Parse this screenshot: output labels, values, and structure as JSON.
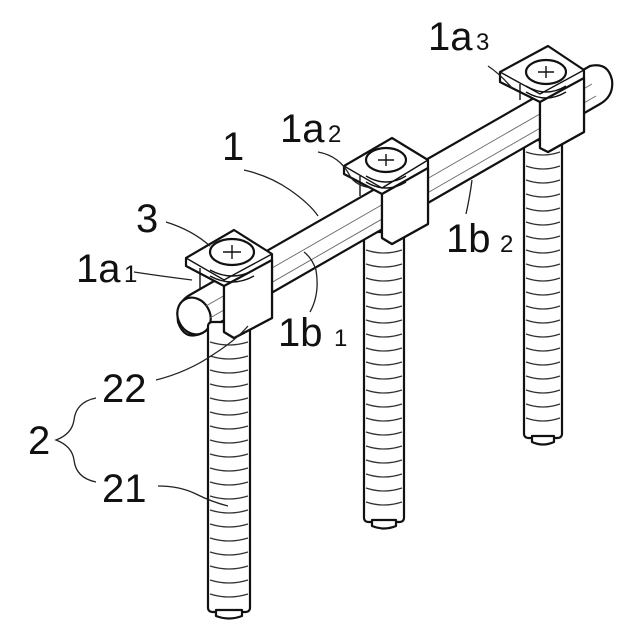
{
  "figure": {
    "labels": {
      "bar": "1",
      "rod": "2",
      "upper_rod": "22",
      "lower_rod": "21",
      "screw": "3",
      "clamp_1": {
        "main": "1a",
        "sub": "1"
      },
      "clamp_2": {
        "main": "1a",
        "sub": "2"
      },
      "clamp_3": {
        "main": "1a",
        "sub": "3"
      },
      "bar_section_1": {
        "main": "1b",
        "sub": "1"
      },
      "bar_section_2": {
        "main": "1b",
        "sub": "2"
      }
    }
  }
}
